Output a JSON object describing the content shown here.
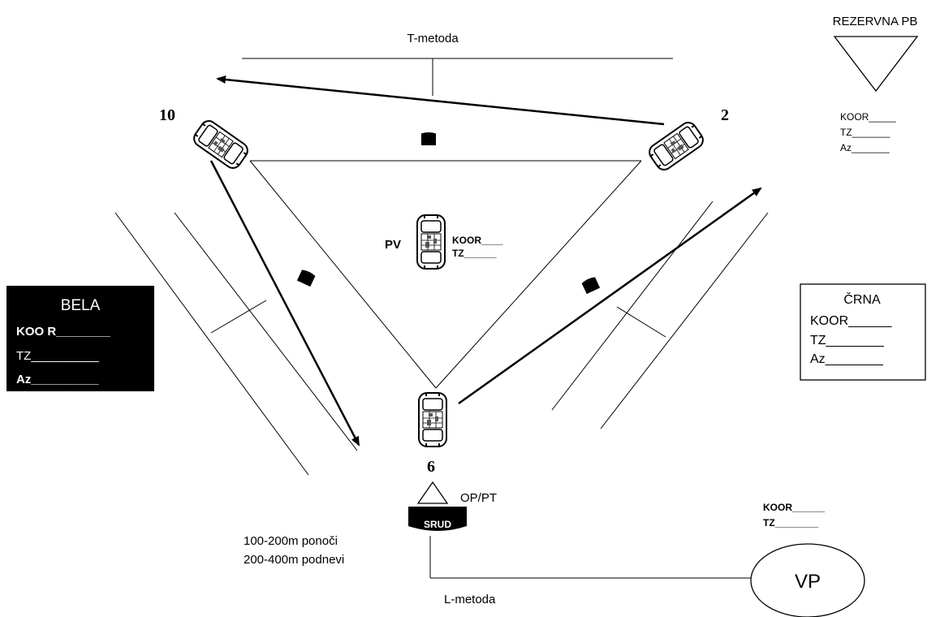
{
  "labels": {
    "t_method": "T-metoda",
    "l_method": "L-metoda",
    "vehicle_10": "10",
    "vehicle_2": "2",
    "vehicle_6": "6",
    "pv": "PV",
    "op_pt": "OP/PT",
    "srud": "SRUD",
    "vp": "VP",
    "distance_night": "100-200m ponoči",
    "distance_day": "200-400m podnevi"
  },
  "reserve_box": {
    "title": "REZERVNA PB",
    "fields": [
      "KOOR_____",
      "TZ_______",
      "Az_______"
    ]
  },
  "pv_fields": [
    "KOOR____",
    "TZ______"
  ],
  "bela_box": {
    "title": "BELA",
    "fields": [
      "KOO R________",
      "TZ__________",
      "Az__________"
    ]
  },
  "crna_box": {
    "title": "ČRNA",
    "fields": [
      "KOOR______",
      "TZ________",
      "Az________"
    ]
  },
  "vp_fields": [
    "KOOR______",
    "TZ________"
  ],
  "colors": {
    "black": "#000000",
    "white": "#ffffff"
  }
}
